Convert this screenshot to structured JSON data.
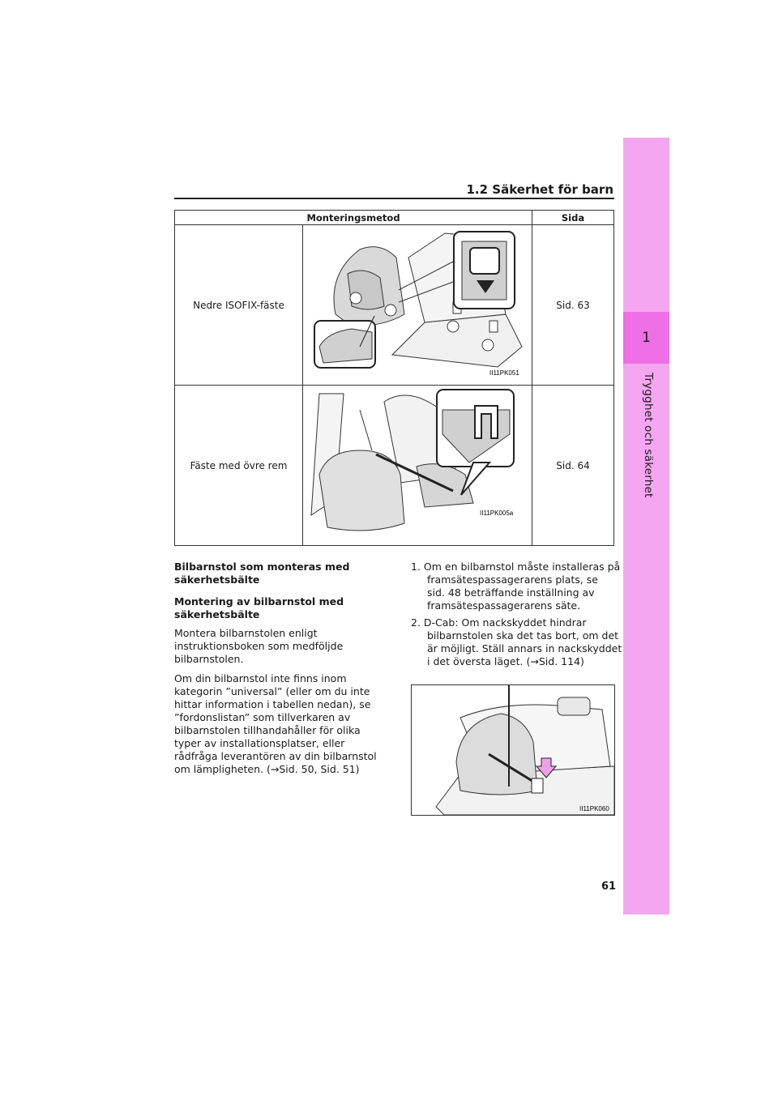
{
  "side_tab": {
    "chapter_number": "1",
    "chapter_title": "Trygghet och säkerhet"
  },
  "header": {
    "title": "1.2  Säkerhet för barn"
  },
  "table": {
    "headers": [
      "Monteringsmetod",
      "Sida"
    ],
    "rows": [
      {
        "method": "Nedre ISOFIX-fäste",
        "page": "Sid. 63",
        "image_code": "II11PK051"
      },
      {
        "method": "Fäste med övre rem",
        "page": "Sid. 64",
        "image_code": "II11PK005a"
      }
    ]
  },
  "left_col": {
    "heading1_line1": "Bilbarnstol som monteras med",
    "heading1_line2": "säkerhetsbälte",
    "heading2_line1": "Montering av bilbarnstol med",
    "heading2_line2": "säkerhetsbälte",
    "para1": [
      "Montera bilbarnstolen enligt",
      "instruktionsboken som medföljde",
      "bilbarnstolen."
    ],
    "para2": [
      "Om din bilbarnstol inte finns inom",
      "kategorin ”universal” (eller om du inte",
      "hittar information i tabellen nedan), se",
      "”fordonslistan” som tillverkaren av",
      "bilbarnstolen tillhandahåller för olika",
      "typer av installationsplatser, eller",
      "rådfråga leverantören av din bilbarnstol",
      "om lämpligheten. (→Sid. 50, Sid. 51)"
    ]
  },
  "right_col": {
    "item1": [
      "1. Om en bilbarnstol måste installeras på",
      "framsätespassagerarens plats, se",
      "sid. 48 beträffande inställning av",
      "framsätespassagerarens säte."
    ],
    "item2": [
      "2. D-Cab: Om nackskyddet hindrar",
      "bilbarnstolen ska det tas bort, om det",
      "är möjligt. Ställ annars in nackskyddet",
      "i det översta läget. (→Sid. 114)"
    ],
    "figure_code": "II11PK060"
  },
  "page_number": "61",
  "colors": {
    "side_tab": "#f5a6f0",
    "side_tab_active": "#ee6fe6"
  }
}
